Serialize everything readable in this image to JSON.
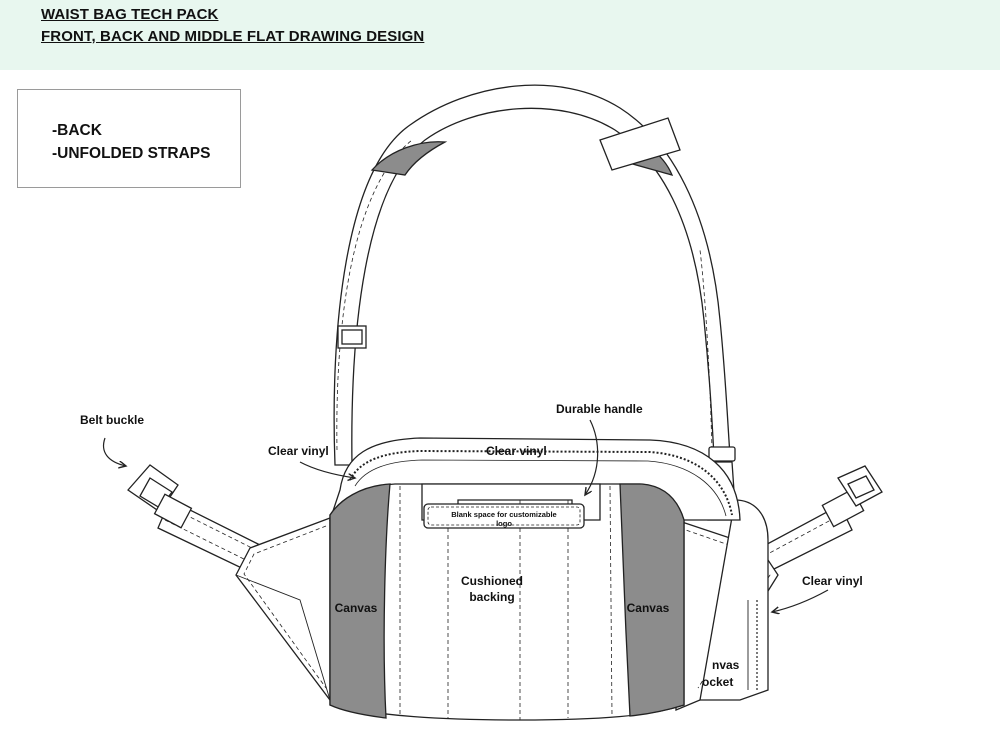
{
  "header": {
    "line1": "WAIST BAG TECH PACK",
    "line2": "FRONT, BACK AND MIDDLE FLAT DRAWING DESIGN"
  },
  "view_box": {
    "item1": "-BACK",
    "item2": "-UNFOLDED STRAPS"
  },
  "labels": {
    "belt_buckle": "Belt buckle",
    "clear_vinyl_left": "Clear vinyl",
    "clear_vinyl_top": "Clear vinyl",
    "durable_handle": "Durable handle",
    "logo_space_line1": "Blank space for customizable",
    "logo_space_line2": "logo",
    "cushioned_line1": "Cushioned",
    "cushioned_line2": "backing",
    "canvas_left": "Canvas",
    "canvas_right": "Canvas",
    "clear_vinyl_right": "Clear vinyl",
    "canvas_pocket_line1": "nvas",
    "canvas_pocket_line2": "ocket"
  },
  "colors": {
    "header_bg": "#e8f7ef",
    "canvas_gray": "#8c8c8c",
    "line": "#222222"
  }
}
